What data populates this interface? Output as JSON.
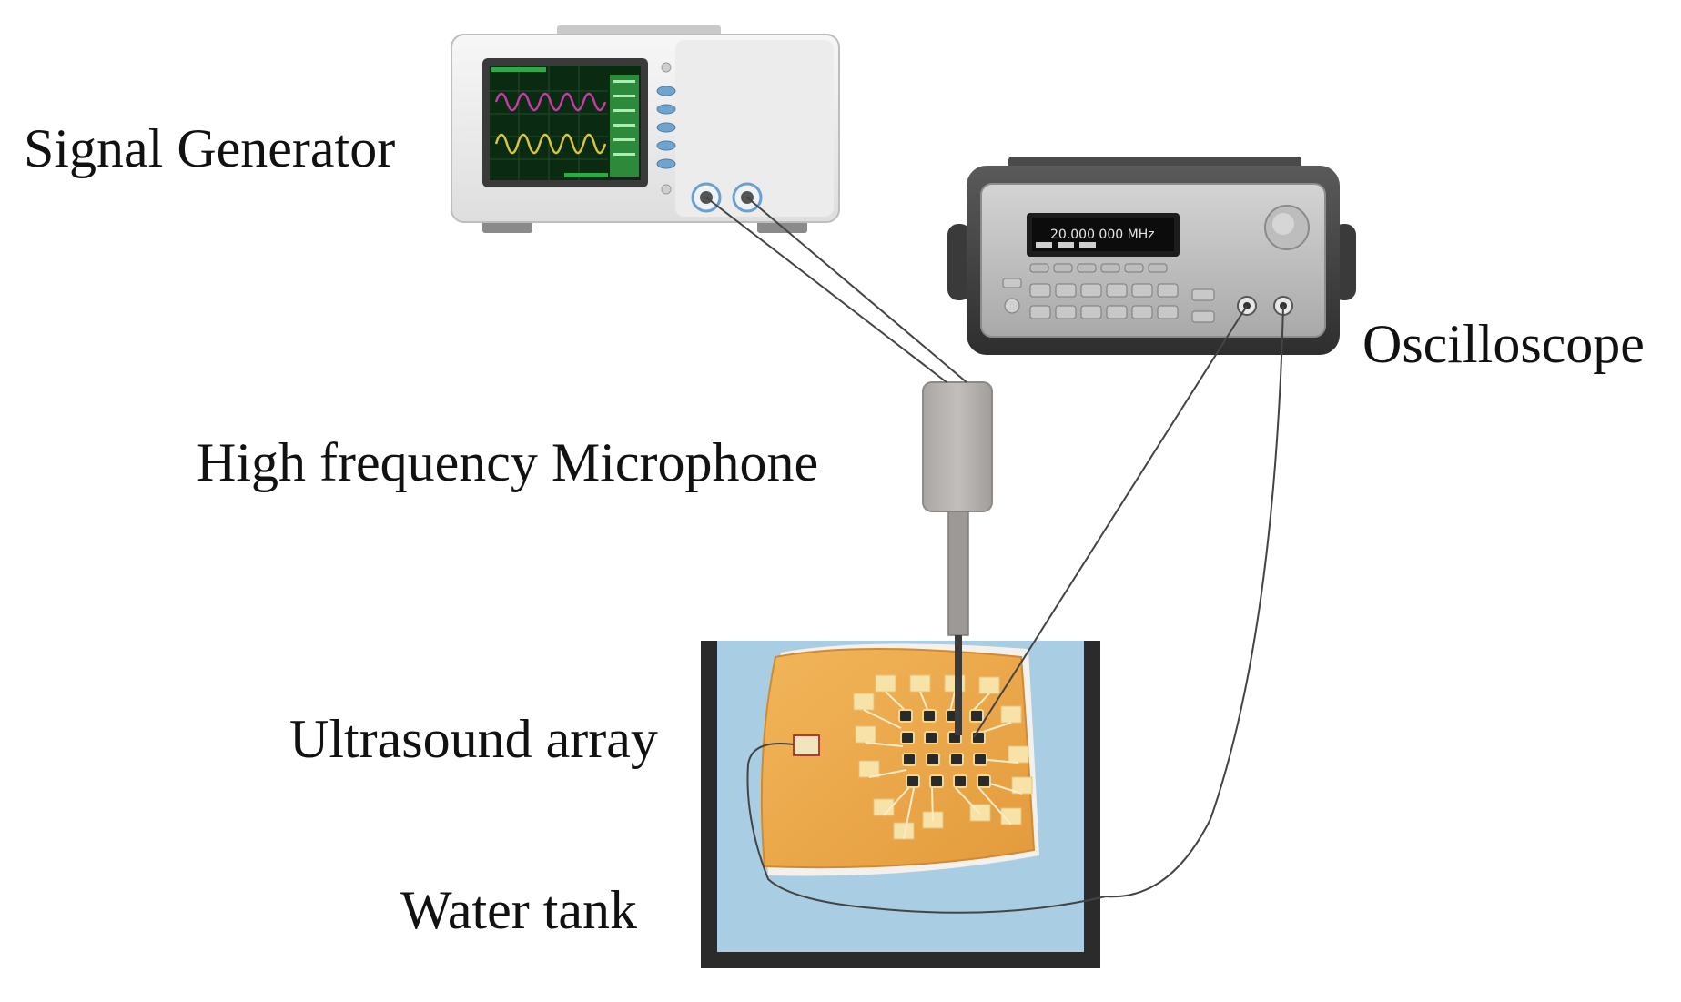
{
  "labels": {
    "signal_generator": "Signal Generator",
    "oscilloscope": "Oscilloscope",
    "microphone": "High frequency Microphone",
    "ultrasound_array": "Ultrasound array",
    "water_tank": "Water tank"
  },
  "generator_display": {
    "readout": "20.000 000 MHz"
  },
  "colors": {
    "water": "#a9cde3",
    "tank": "#2b2b2b",
    "substrate": "#e9a94a",
    "pad": "#f7e2a8",
    "screen_bg": "#0b2a12",
    "trace_magenta": "#c73aa8",
    "trace_yellow": "#d9c63a",
    "microphone": "#b5b1ae",
    "cable": "#444444"
  }
}
